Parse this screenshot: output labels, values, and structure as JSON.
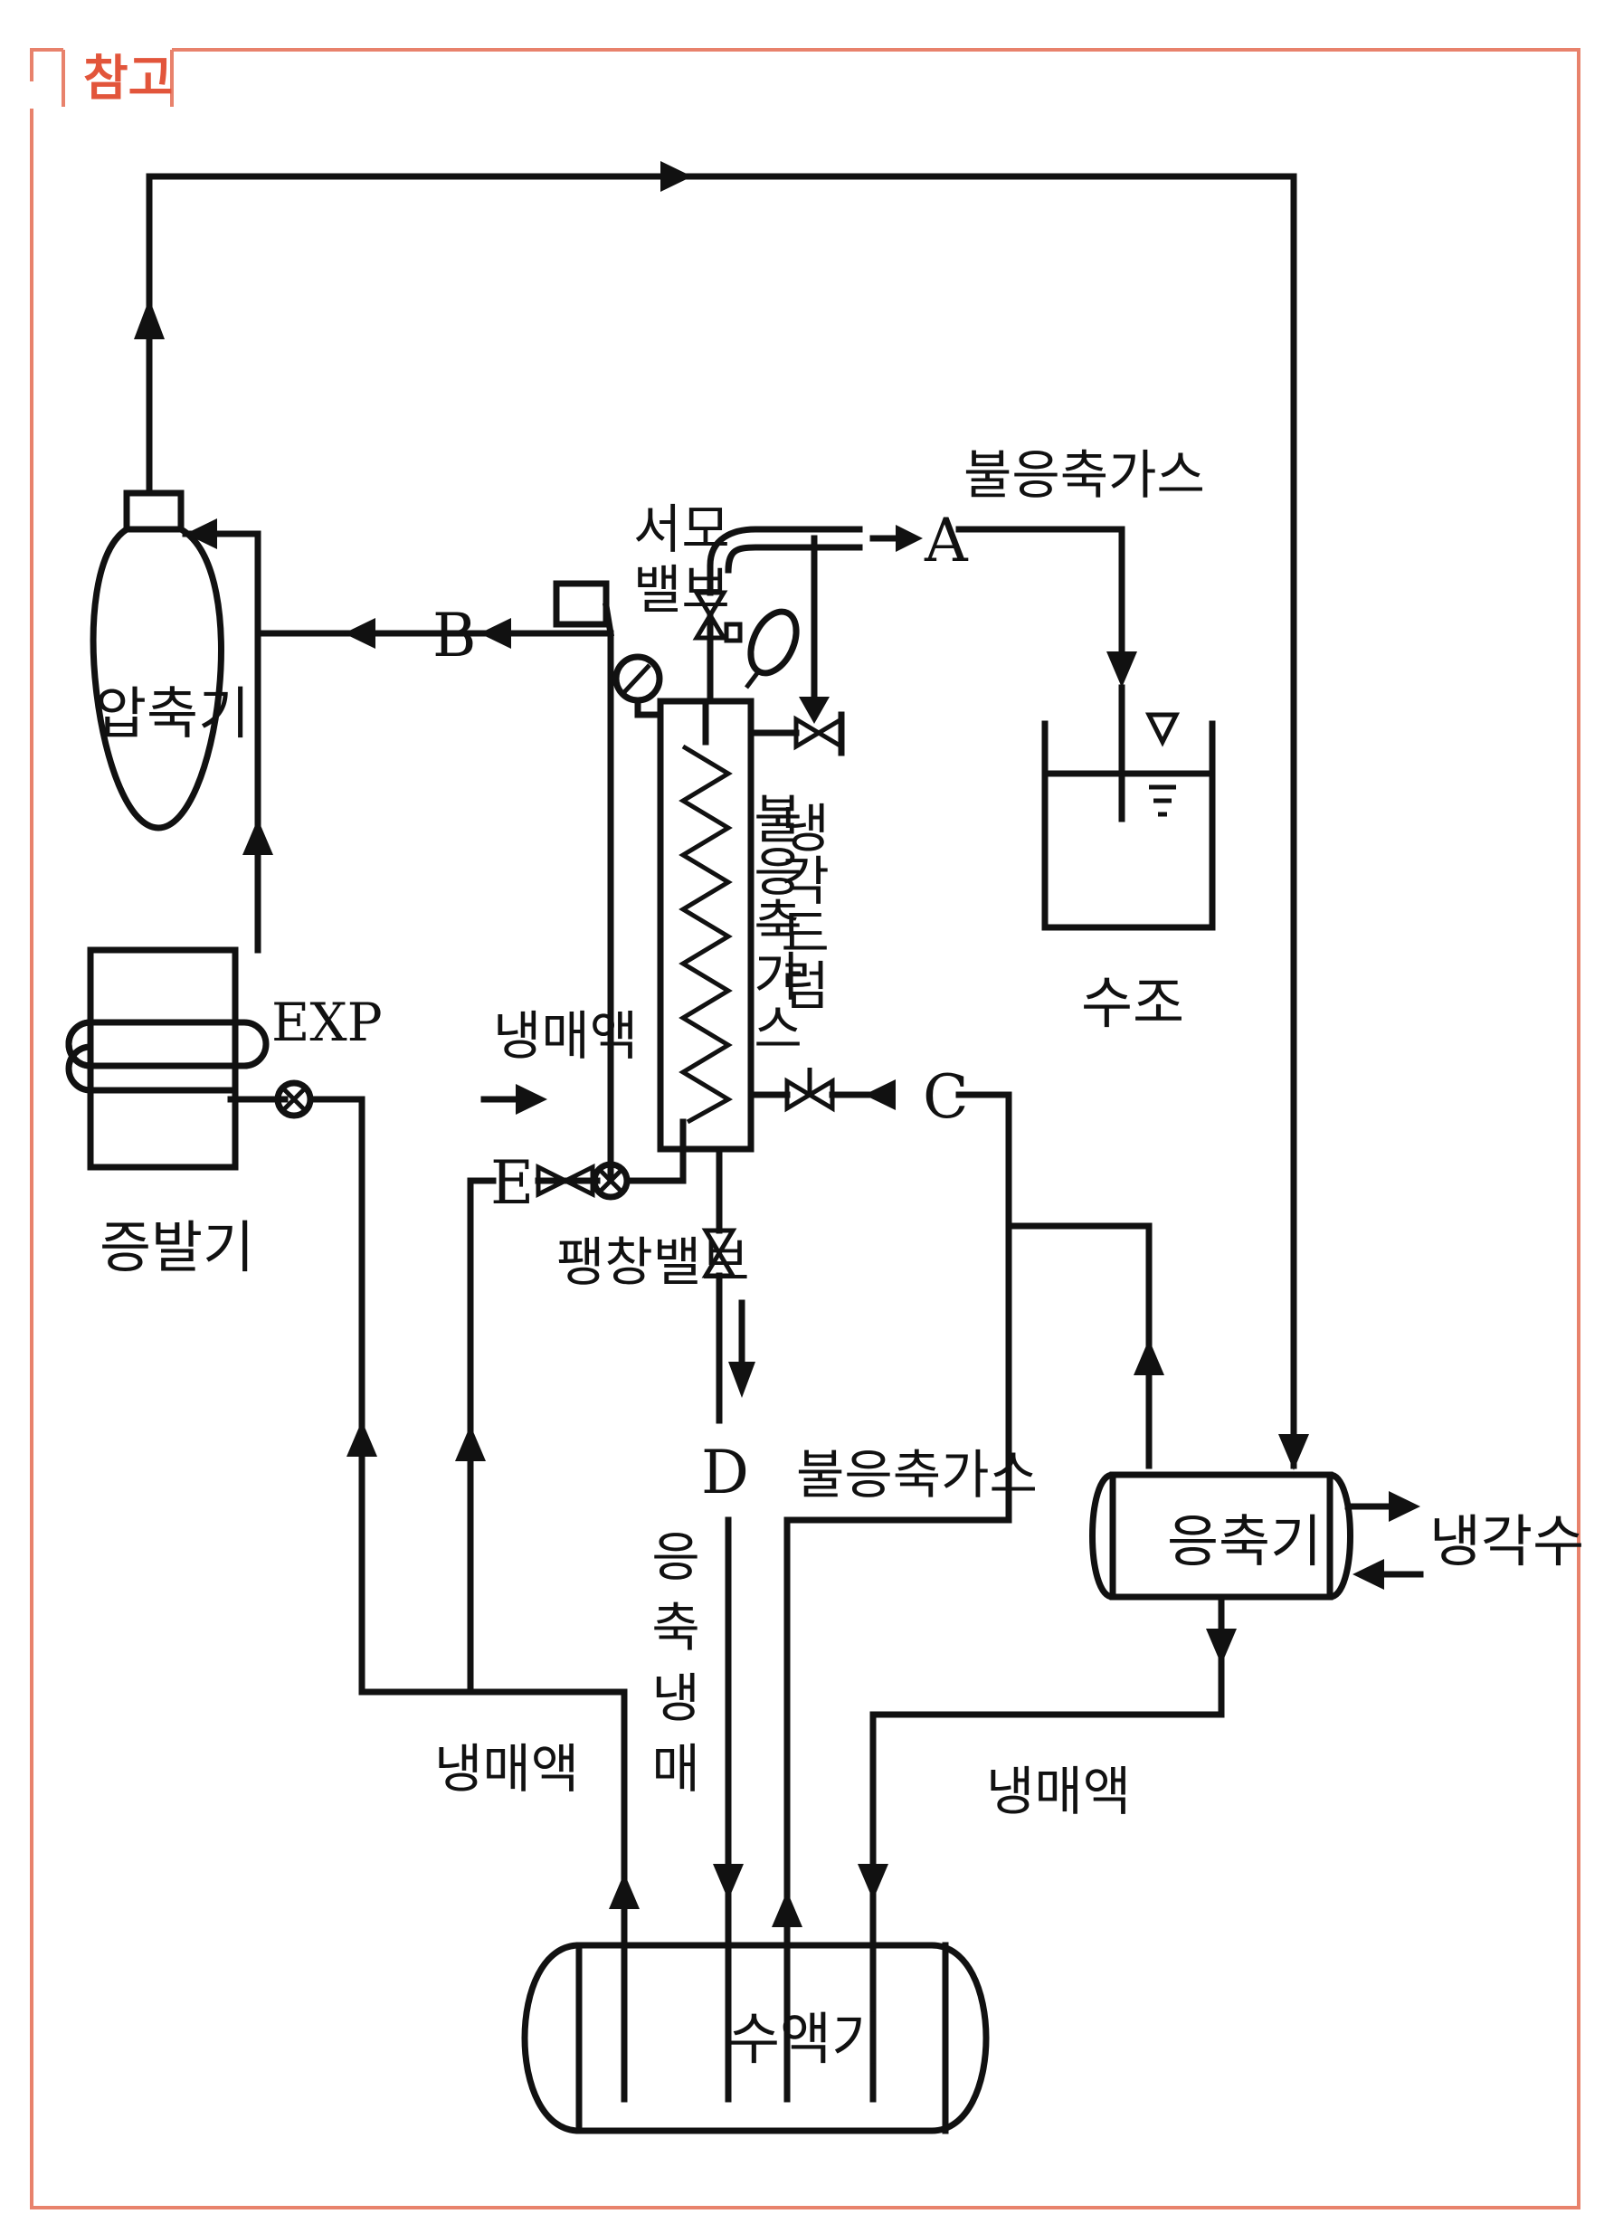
{
  "tag": "참고",
  "colors": {
    "frame": "#e8826c",
    "tag": "#e2553b",
    "line": "#111111"
  },
  "labels": {
    "compressor": "압축기",
    "evaporator": "증발기",
    "exp": "EXP",
    "refrigerant_top": "냉매액",
    "refrigerant_left": "냉매액",
    "refrigerant_right": "냉매액",
    "thermo_valve_1": "서모",
    "thermo_valve_2": "밸브",
    "noncondensable_top": "불응축가스",
    "noncondensable_mid": "불응축가스",
    "cooling_drain_v": "냉각드럼",
    "noncond_gas_v": "불응축가스",
    "water_tank": "수조",
    "expansion_valve": "팽창밸브",
    "condenser": "응축기",
    "cooling_water": "냉각수",
    "condensed_refrigerant_v": "응축냉매",
    "receiver": "수액기"
  },
  "points": {
    "A": "A",
    "B": "B",
    "C": "C",
    "D": "D",
    "E": "E"
  }
}
